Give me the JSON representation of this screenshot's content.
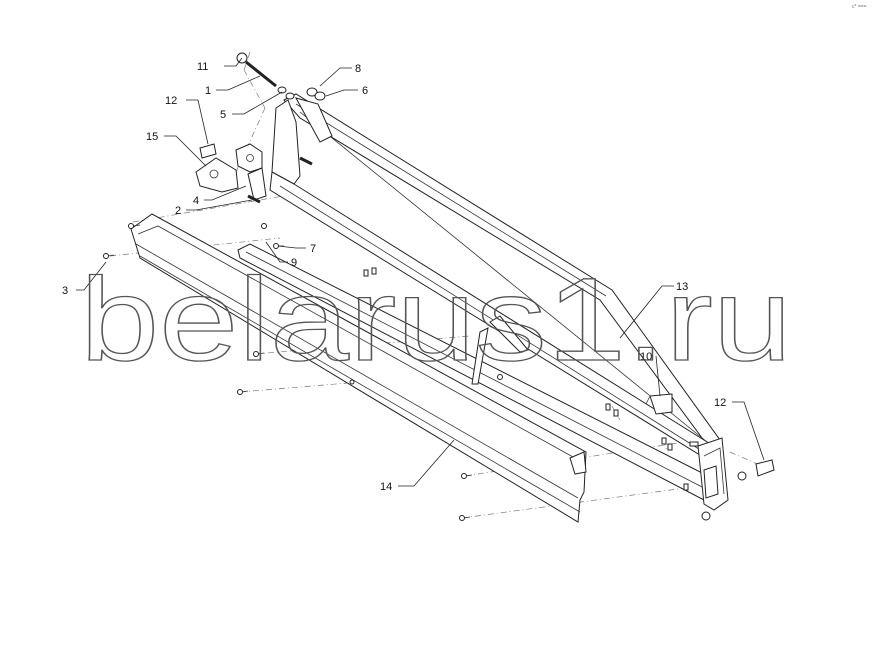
{
  "watermark": "belarus1.ru",
  "corner_mark": "c*  ===",
  "callouts": [
    {
      "id": "c11",
      "label": "11"
    },
    {
      "id": "c1",
      "label": "1"
    },
    {
      "id": "c5",
      "label": "5"
    },
    {
      "id": "c8",
      "label": "8"
    },
    {
      "id": "c6",
      "label": "6"
    },
    {
      "id": "c12a",
      "label": "12"
    },
    {
      "id": "c15",
      "label": "15"
    },
    {
      "id": "c4",
      "label": "4"
    },
    {
      "id": "c2",
      "label": "2"
    },
    {
      "id": "c7",
      "label": "7"
    },
    {
      "id": "c9",
      "label": "9"
    },
    {
      "id": "c3",
      "label": "3"
    },
    {
      "id": "c13",
      "label": "13"
    },
    {
      "id": "c10",
      "label": "10"
    },
    {
      "id": "c12b",
      "label": "12"
    },
    {
      "id": "c14",
      "label": "14"
    }
  ]
}
